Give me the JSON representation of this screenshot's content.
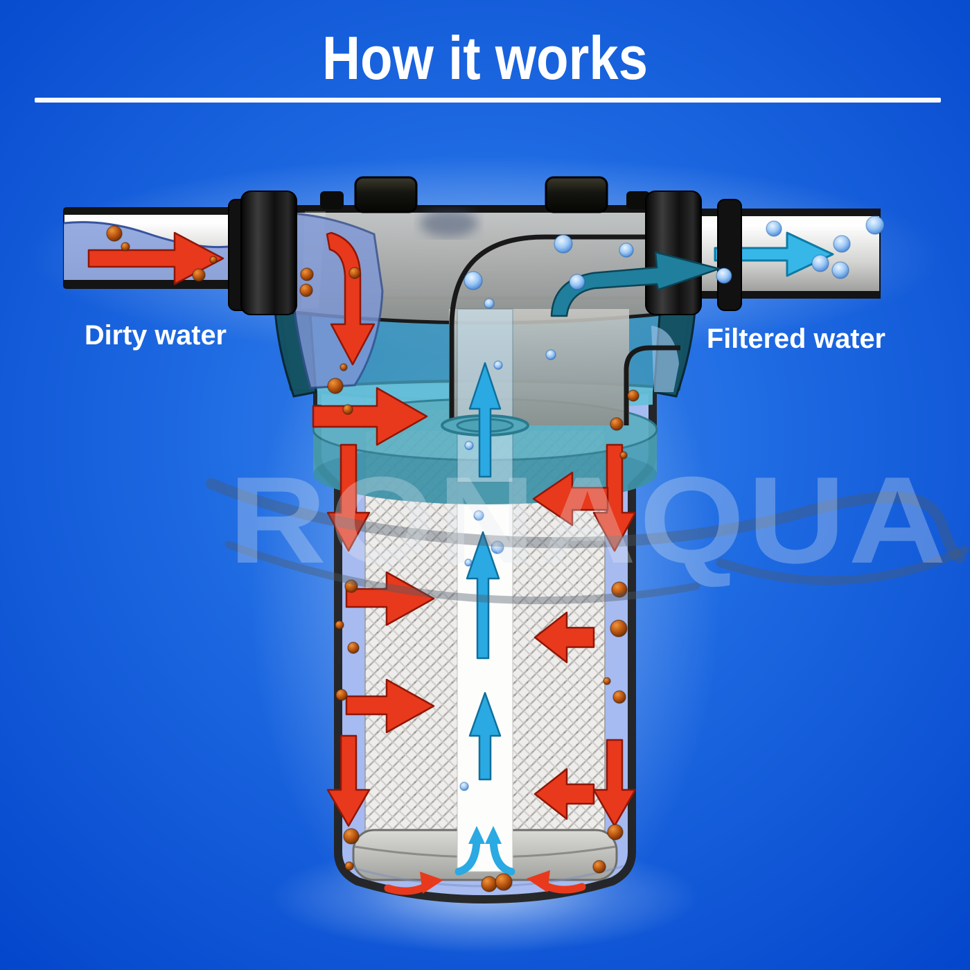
{
  "title": "How it works",
  "labels": {
    "dirty": "Dirty water",
    "filtered": "Filtered water"
  },
  "watermark": "RONAQUA",
  "diagram": {
    "type": "water-filter-cross-section",
    "flows": {
      "dirty_water": {
        "arrow_icon": "red-arrow",
        "color": "#e8391c",
        "particles": "brown-sediment"
      },
      "filtered_water": {
        "arrow_icon": "blue-arrow",
        "color": "#36b7e8",
        "particles": "blue-bubbles"
      }
    }
  },
  "colors": {
    "background_outer": "#0345cb",
    "background_center": "#3a86ec",
    "title": "#ffffff",
    "underline": "#ffffff",
    "red_flow": "#e8391c",
    "cyan_flow": "#36b7e8",
    "core_arrow": "#2aa9e2",
    "teal_arrow": "#1f7f9d",
    "sediment_brown": "#c05a12",
    "bubble_blue": "#9cc8f5",
    "housing_water": "#aabdf2",
    "waterline_teal": "#66c0da",
    "cartridge_cap_teal": "#4aa0b5",
    "mesh_gray": "#eeedeb",
    "head_gray": "#b0b0ac",
    "coupling_black": "#111111",
    "pipe_silver": "#d8d8d6"
  },
  "decorations": {
    "dirt_particles": [
      [
        165,
        337,
        11
      ],
      [
        181,
        356,
        6
      ],
      [
        287,
        397,
        9
      ],
      [
        308,
        375,
        5
      ],
      [
        443,
        396,
        9
      ],
      [
        512,
        394,
        8
      ],
      [
        442,
        419,
        9
      ],
      [
        496,
        530,
        5
      ],
      [
        484,
        557,
        11
      ],
      [
        914,
        571,
        8
      ],
      [
        502,
        591,
        7
      ],
      [
        507,
        846,
        9
      ],
      [
        490,
        902,
        6
      ],
      [
        510,
        935,
        8
      ],
      [
        493,
        1003,
        8
      ],
      [
        507,
        1207,
        11
      ],
      [
        504,
        1250,
        6
      ],
      [
        890,
        612,
        9
      ],
      [
        900,
        657,
        5
      ],
      [
        894,
        851,
        11
      ],
      [
        893,
        907,
        12
      ],
      [
        876,
        983,
        5
      ],
      [
        894,
        1006,
        9
      ],
      [
        888,
        1201,
        11
      ],
      [
        865,
        1251,
        9
      ],
      [
        706,
        1276,
        11
      ],
      [
        727,
        1273,
        12
      ]
    ],
    "water_bubbles": [
      [
        1117,
        330,
        11
      ],
      [
        1215,
        352,
        12
      ],
      [
        1184,
        380,
        12
      ],
      [
        1213,
        390,
        12
      ],
      [
        1263,
        325,
        13
      ],
      [
        1045,
        398,
        11
      ],
      [
        813,
        352,
        13
      ],
      [
        904,
        361,
        10
      ],
      [
        683,
        405,
        13
      ],
      [
        706,
        438,
        7
      ],
      [
        833,
        407,
        11
      ],
      [
        795,
        512,
        7
      ],
      [
        719,
        527,
        6
      ],
      [
        677,
        643,
        6
      ],
      [
        691,
        744,
        7
      ],
      [
        718,
        790,
        9
      ],
      [
        676,
        812,
        5
      ],
      [
        670,
        1135,
        6
      ]
    ]
  }
}
